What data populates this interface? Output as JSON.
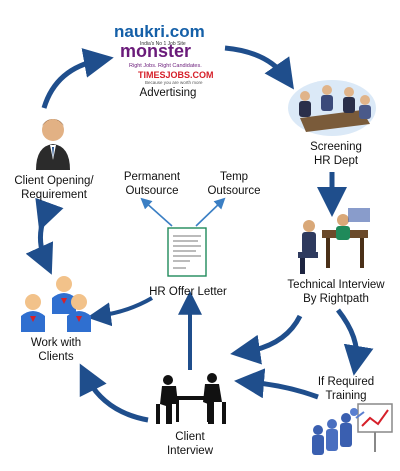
{
  "logos": {
    "naukri": "naukri.com",
    "naukri_tagline": "India's No 1 Job Site",
    "monster": "monster",
    "monster_tagline": "Right Jobs. Right Candidates.",
    "timesjobs": "TIMESJOBS.COM",
    "timesjobs_tagline": "Because you are worth more"
  },
  "labels": {
    "advertising": "Advertising",
    "screening_1": "Screening",
    "screening_2": "HR Dept",
    "technical_1": "Technical Interview",
    "technical_2": "By Rightpath",
    "training_1": "If Required",
    "training_2": "Training",
    "client_interview_1": "Client",
    "client_interview_2": "Interview",
    "work_1": "Work with",
    "work_2": "Clients",
    "opening_1": "Client Opening/",
    "opening_2": "Requirement",
    "offer": "HR Offer Letter",
    "permanent_1": "Permanent",
    "permanent_2": "Outsource",
    "temp_1": "Temp",
    "temp_2": "Outsource"
  },
  "colors": {
    "arrow": "#1f4e8c",
    "thin_arrow": "#3b7fc4",
    "naukri_blue": "#1560a8",
    "monster_purple": "#6a1b7a",
    "timesjobs_red": "#d6202a"
  },
  "icons": [
    "recruitment-logos",
    "screening-meeting-icon",
    "technical-interview-icon",
    "training-presentation-icon",
    "client-interview-silhouette-icon",
    "work-with-clients-icon",
    "client-businessman-icon",
    "offer-letter-document-icon"
  ]
}
